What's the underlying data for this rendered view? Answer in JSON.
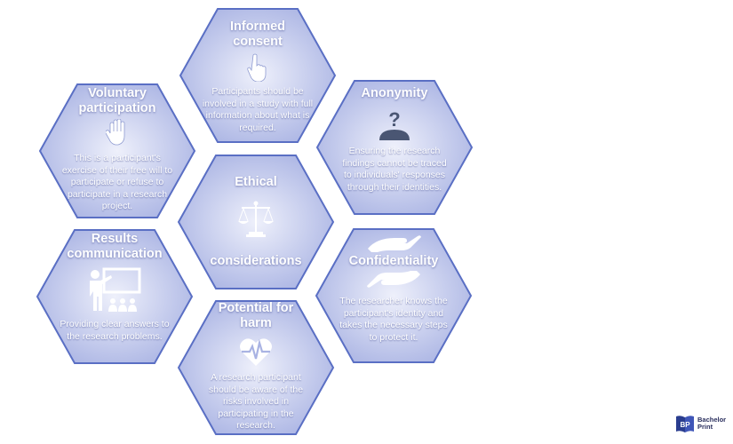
{
  "colors": {
    "hex_fill_center": "#eef0fb",
    "hex_fill_edge": "#a9b3e3",
    "hex_stroke": "#5a6fc4",
    "icon_white": "#ffffff",
    "icon_dark": "#4a5673"
  },
  "hexes": [
    {
      "key": "informed-consent",
      "title": "Informed\nconsent",
      "icon": "pointing-hand-icon",
      "description": "Participants should be involved in a study with full information about what is required."
    },
    {
      "key": "voluntary-participation",
      "title": "Voluntary\nparticipation",
      "icon": "raised-hand-icon",
      "description": "This is a participant's exercise of their free will to participate or refuse to participate in a research project."
    },
    {
      "key": "anonymity",
      "title": "Anonymity",
      "icon": "anonymous-person-icon",
      "description": "Ensuring the research findings cannot be traced to individuals' responses through their identities."
    },
    {
      "key": "ethical-considerations",
      "title": "Ethical",
      "title2": "considerations",
      "icon": "balance-scale-icon"
    },
    {
      "key": "results-communication",
      "title": "Results\ncommunication",
      "icon": "presentation-icon",
      "description": "Providing clear answers to the research problems."
    },
    {
      "key": "confidentiality",
      "title": "Confidentiality",
      "icon": "giving-hands-icon",
      "description": "The researcher knows the participant's identity and takes the necessary steps to protect it."
    },
    {
      "key": "potential-for-harm",
      "title": "Potential for\nharm",
      "icon": "heart-pulse-icon",
      "description": "A research participant should be aware of the risks involved in participating in the research."
    }
  ],
  "logo": {
    "line1": "Bachelor",
    "line2": "Print"
  }
}
